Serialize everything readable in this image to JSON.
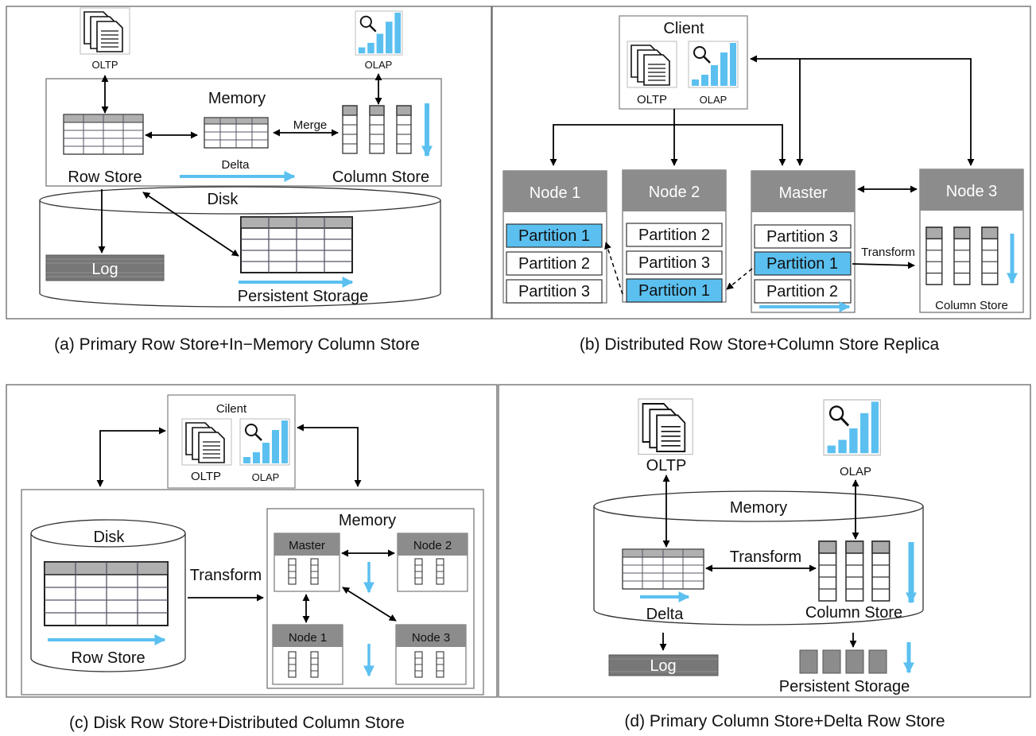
{
  "colors": {
    "accent_blue": "#5bc0f0",
    "node_header": "#8c8c8c",
    "partition_fill": "#5bc0f0",
    "border": "#555555",
    "table_header": "#b0b0b0",
    "log_fill": "#777777"
  },
  "icons": [
    "document-stack-icon",
    "search-bar-chart-icon",
    "down-arrow-icon",
    "right-arrow-icon"
  ],
  "panel_a": {
    "caption": "(a) Primary Row Store+In−Memory Column Store",
    "oltp": "OLTP",
    "olap": "OLAP",
    "memory": "Memory",
    "merge": "Merge",
    "row_store": "Row Store",
    "delta": "Delta",
    "column_store": "Column Store",
    "disk": "Disk",
    "log": "Log",
    "persistent_storage": "Persistent Storage"
  },
  "panel_b": {
    "caption": "(b) Distributed Row Store+Column Store Replica",
    "client": "Client",
    "oltp": "OLTP",
    "olap": "OLAP",
    "transform": "Transform",
    "column_store": "Column Store",
    "nodes": [
      {
        "name": "Node 1",
        "partitions": [
          "Partition 1",
          "Partition 2",
          "Partition 3"
        ]
      },
      {
        "name": "Node 2",
        "partitions": [
          "Partition 2",
          "Partition 3",
          "Partition 1"
        ]
      },
      {
        "name": "Master",
        "partitions": [
          "Partition 3",
          "Partition 1",
          "Partition 2"
        ]
      },
      {
        "name": "Node 3"
      }
    ]
  },
  "panel_c": {
    "caption": "(c) Disk Row Store+Distributed Column Store",
    "client": "Cilent",
    "oltp": "OLTP",
    "olap": "OLAP",
    "disk": "Disk",
    "row_store": "Row Store",
    "transform": "Transform",
    "memory": "Memory",
    "nodes": [
      "Master",
      "Node 2",
      "Node 1",
      "Node 3"
    ]
  },
  "panel_d": {
    "caption": "(d) Primary Column Store+Delta Row Store",
    "oltp": "OLTP",
    "olap": "OLAP",
    "memory": "Memory",
    "transform": "Transform",
    "delta": "Delta",
    "column_store": "Column Store",
    "log": "Log",
    "persistent_storage": "Persistent Storage"
  }
}
